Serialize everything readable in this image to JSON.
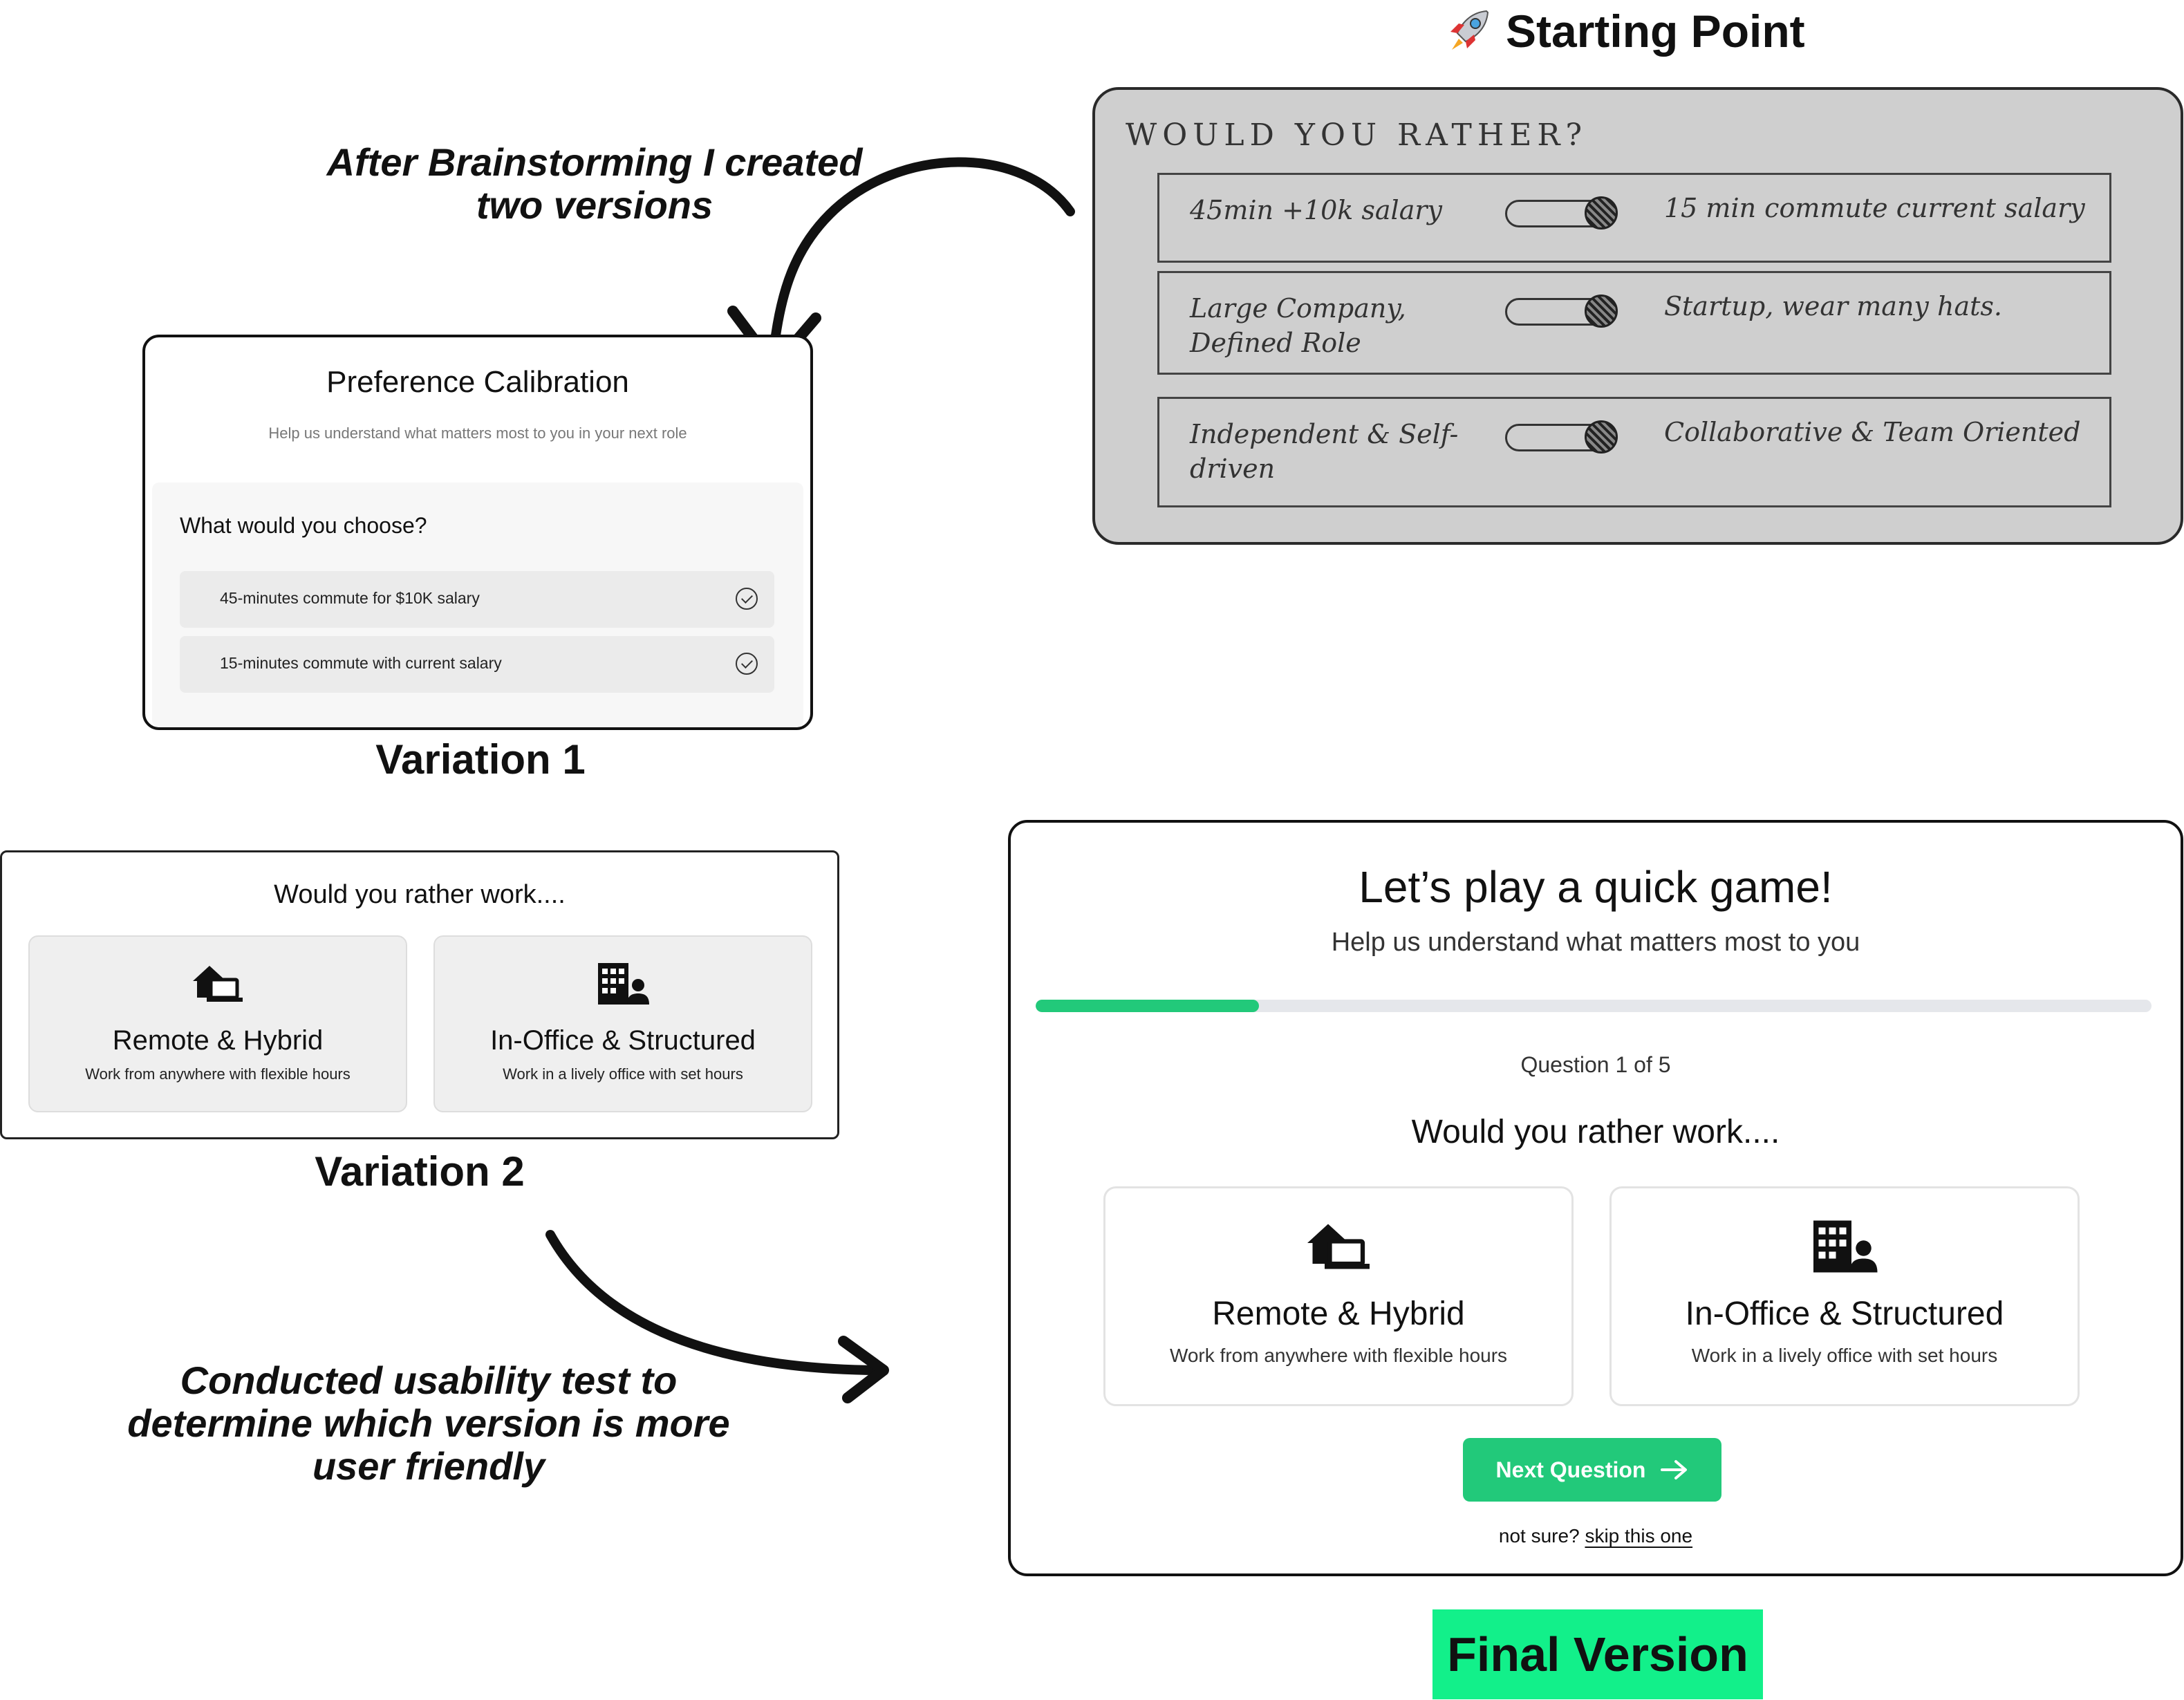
{
  "starting_point": {
    "icon": "rocket-icon",
    "title": "Starting Point"
  },
  "sketch": {
    "heading": "WOULD YOU RATHER?",
    "rows": [
      {
        "left": "45min +10k salary",
        "right": "15 min commute current salary"
      },
      {
        "left": "Large Company, Defined Role",
        "right": "Startup, wear many hats."
      },
      {
        "left": "Independent & Self-driven",
        "right": "Collaborative & Team Oriented"
      }
    ]
  },
  "captions": {
    "brainstorm": "After Brainstorming I created two versions",
    "usability": "Conducted usability test to determine which version is more user friendly"
  },
  "variation1": {
    "label": "Variation 1",
    "title": "Preference Calibration",
    "subtitle": "Help us understand what matters most to you in your next role",
    "question": "What would you choose?",
    "options": [
      {
        "label": "45-minutes commute for $10K salary"
      },
      {
        "label": "15-minutes commute with current salary"
      }
    ]
  },
  "variation2": {
    "label": "Variation 2",
    "question": "Would you rather work....",
    "cards": [
      {
        "icon": "home-laptop-icon",
        "title": "Remote & Hybrid",
        "subtitle": "Work from anywhere with flexible hours"
      },
      {
        "icon": "office-building-person-icon",
        "title": "In-Office & Structured",
        "subtitle": "Work in a lively office with set hours"
      }
    ]
  },
  "final": {
    "label": "Final Version",
    "title": "Let’s play a quick game!",
    "subtitle": "Help us understand what matters most to you",
    "progress": 0.2,
    "question_count": "Question 1 of 5",
    "question": "Would you rather work....",
    "cards": [
      {
        "icon": "home-laptop-icon",
        "title": "Remote & Hybrid",
        "subtitle": "Work from anywhere with flexible hours"
      },
      {
        "icon": "office-building-person-icon",
        "title": "In-Office & Structured",
        "subtitle": "Work in a lively office with set hours"
      }
    ],
    "next_button": "Next Question",
    "skip_prefix": "not sure?",
    "skip_link": "skip this one"
  },
  "colors": {
    "accent_green": "#22c97a",
    "label_green": "#12f08a",
    "progress_track": "#e5e7eb"
  }
}
